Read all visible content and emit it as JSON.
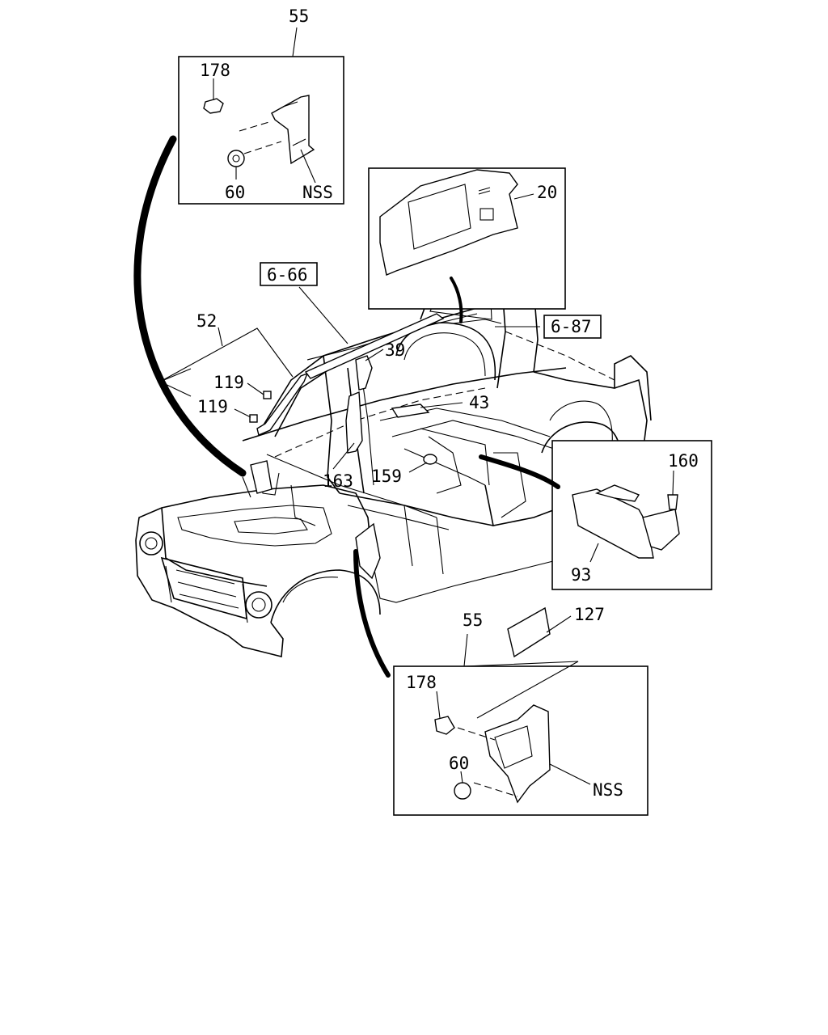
{
  "callouts": {
    "c55_top": "55",
    "c178_top": "178",
    "c60_top": "60",
    "nss_top": "NSS",
    "c20": "20",
    "ref_6_66": "6-66",
    "ref_6_87": "6-87",
    "c52": "52",
    "c119_a": "119",
    "c119_b": "119",
    "c39": "39",
    "c43": "43",
    "c163": "163",
    "c159": "159",
    "c160": "160",
    "c93": "93",
    "c127": "127",
    "c55_bottom": "55",
    "c178_bottom": "178",
    "c60_bottom": "60",
    "nss_bottom": "NSS"
  }
}
